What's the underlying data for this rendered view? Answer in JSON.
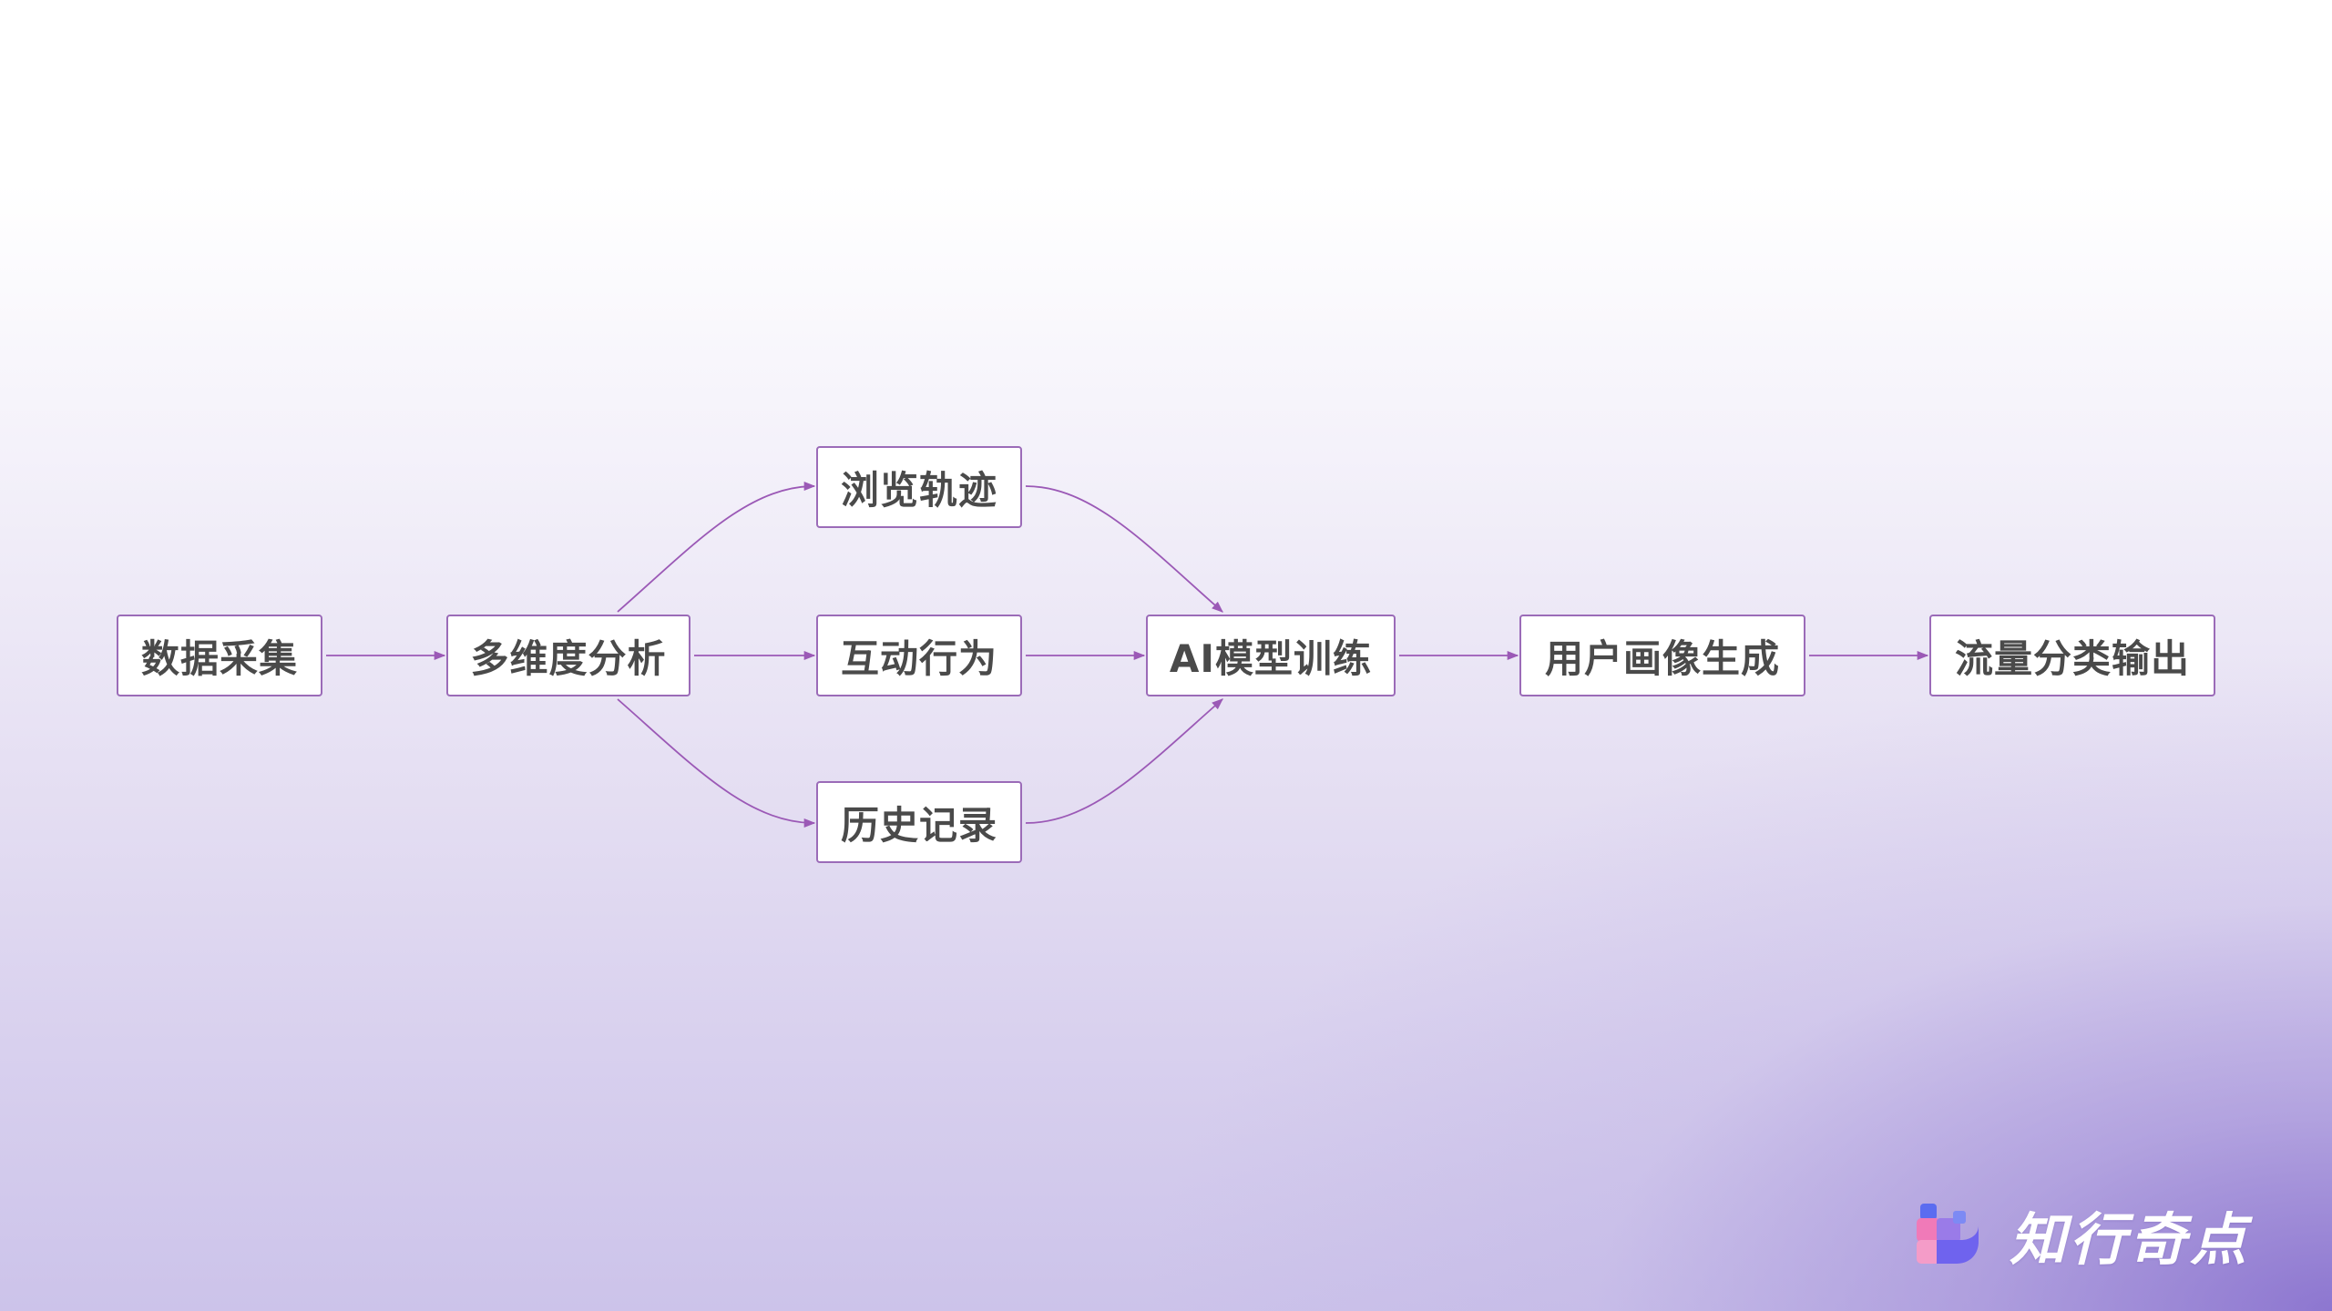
{
  "nodes": {
    "data_collection": "数据采集",
    "multi_dim_analysis": "多维度分析",
    "browse_trail": "浏览轨迹",
    "interaction": "互动行为",
    "history": "历史记录",
    "ai_training": "AI模型训练",
    "user_profile": "用户画像生成",
    "traffic_output": "流量分类输出"
  },
  "logo": {
    "text": "知行奇点",
    "icon": "brand-logo-icon"
  },
  "colors": {
    "node_border": "#9b6bb8",
    "arrow": "#9b59b6",
    "node_text": "#4a4a4a",
    "logo_pink": "#f07ab8",
    "logo_blue": "#5b6cf0",
    "logo_purple": "#9a7be8"
  }
}
